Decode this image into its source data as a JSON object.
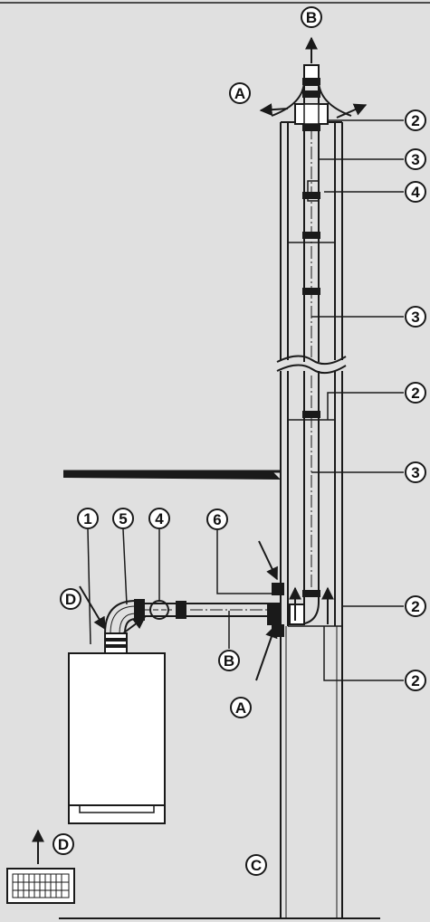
{
  "colors": {
    "background": "#e0e0e0",
    "ink": "#1a1a1a",
    "fill_white": "#ffffff"
  },
  "labels": {
    "A": "A",
    "B": "B",
    "C": "C",
    "D": "D",
    "n1": "1",
    "n2": "2",
    "n3": "3",
    "n4": "4",
    "n5": "5",
    "n6": "6"
  }
}
